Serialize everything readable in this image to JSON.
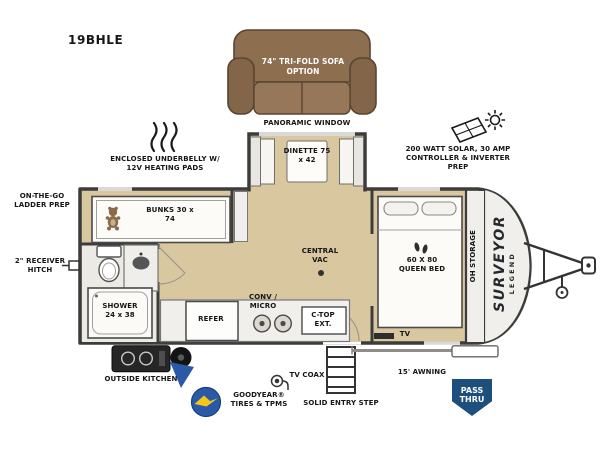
{
  "model": "19BHLE",
  "callouts": {
    "sofa_option": "74\" TRI-FOLD SOFA OPTION",
    "panoramic_window": "PANORAMIC WINDOW",
    "solar_prep": "200 WATT SOLAR, 30 AMP CONTROLLER & INVERTER PREP",
    "underbelly": "ENCLOSED UNDERBELLY W/ 12V HEATING PADS",
    "ladder_prep": "ON-THE-GO LADDER PREP",
    "receiver_hitch": "2\" RECEIVER HITCH",
    "outside_kitchen": "OUTSIDE KITCHEN",
    "goodyear_tires": "GOODYEAR® TIRES & TPMS",
    "tv_coax": "TV COAX",
    "entry_step": "SOLID ENTRY STEP",
    "awning": "15' AWNING",
    "pass_thru": "PASS THRU"
  },
  "interior": {
    "bunks": "BUNKS 30 x 74",
    "dinette": "DINETTE 75 x 42",
    "central_vac": "CENTRAL VAC",
    "conv_micro": "CONV / MICRO",
    "ctop_ext": "C-TOP EXT.",
    "queen_bed": "60 X 80 QUEEN BED",
    "oh_storage": "OH STORAGE",
    "tv": "TV",
    "shower": "SHOWER 24 x 38",
    "refer": "REFER"
  },
  "branding": {
    "name": "SURVEYOR",
    "series": "LEGEND"
  },
  "colors": {
    "floor": "#d9c7a0",
    "wall": "#3c3c3a",
    "sofa_brown": "#8d6e4e",
    "pass_thru_blue": "#1d4f7c",
    "goodyear_blue": "#2b59a8",
    "goodyear_yellow": "#f3c718"
  }
}
